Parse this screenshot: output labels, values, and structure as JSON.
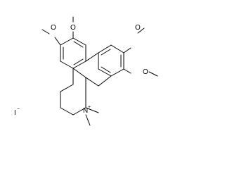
{
  "molecule": {
    "atoms": {
      "o_left": "O",
      "o_top": "O",
      "o_right_top": "O",
      "o_right": "O",
      "nitrogen": "N",
      "n_charge": "+",
      "iodide": "I",
      "iodide_charge": "−"
    }
  }
}
